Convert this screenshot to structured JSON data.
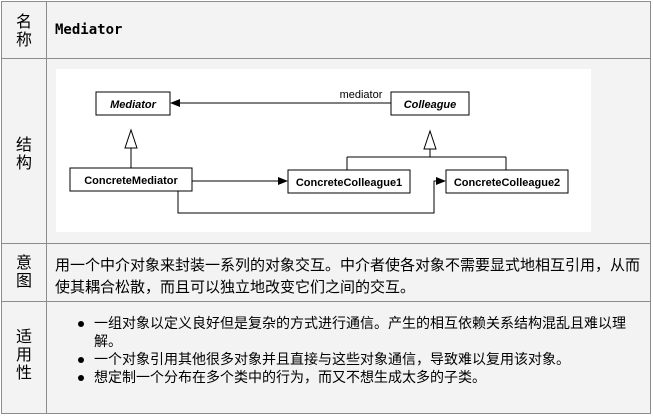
{
  "rows": {
    "name": {
      "label_chars": [
        "名",
        "称"
      ],
      "value": "Mediator"
    },
    "structure": {
      "label_chars": [
        "结",
        "构"
      ]
    },
    "intent": {
      "label_chars": [
        "意",
        "图"
      ],
      "text": "用一个中介对象来封装一系列的对象交互。中介者使各对象不需要显式地相互引用，从而使其耦合松散，而且可以独立地改变它们之间的交互。"
    },
    "applicability": {
      "label_chars": [
        "适",
        "用",
        "性"
      ],
      "items": [
        "一组对象以定义良好但是复杂的方式进行通信。产生的相互依赖关系结构混乱且难以理解。",
        "一个对象引用其他很多对象并且直接与这些对象通信，导致难以复用该对象。",
        "想定制一个分布在多个类中的行为，而又不想生成太多的子类。"
      ]
    }
  },
  "diagram": {
    "classes": {
      "mediator": "Mediator",
      "colleague": "Colleague",
      "concrete_mediator": "ConcreteMediator",
      "concrete_colleague1": "ConcreteColleague1",
      "concrete_colleague2": "ConcreteColleague2"
    },
    "association_label": "mediator"
  }
}
